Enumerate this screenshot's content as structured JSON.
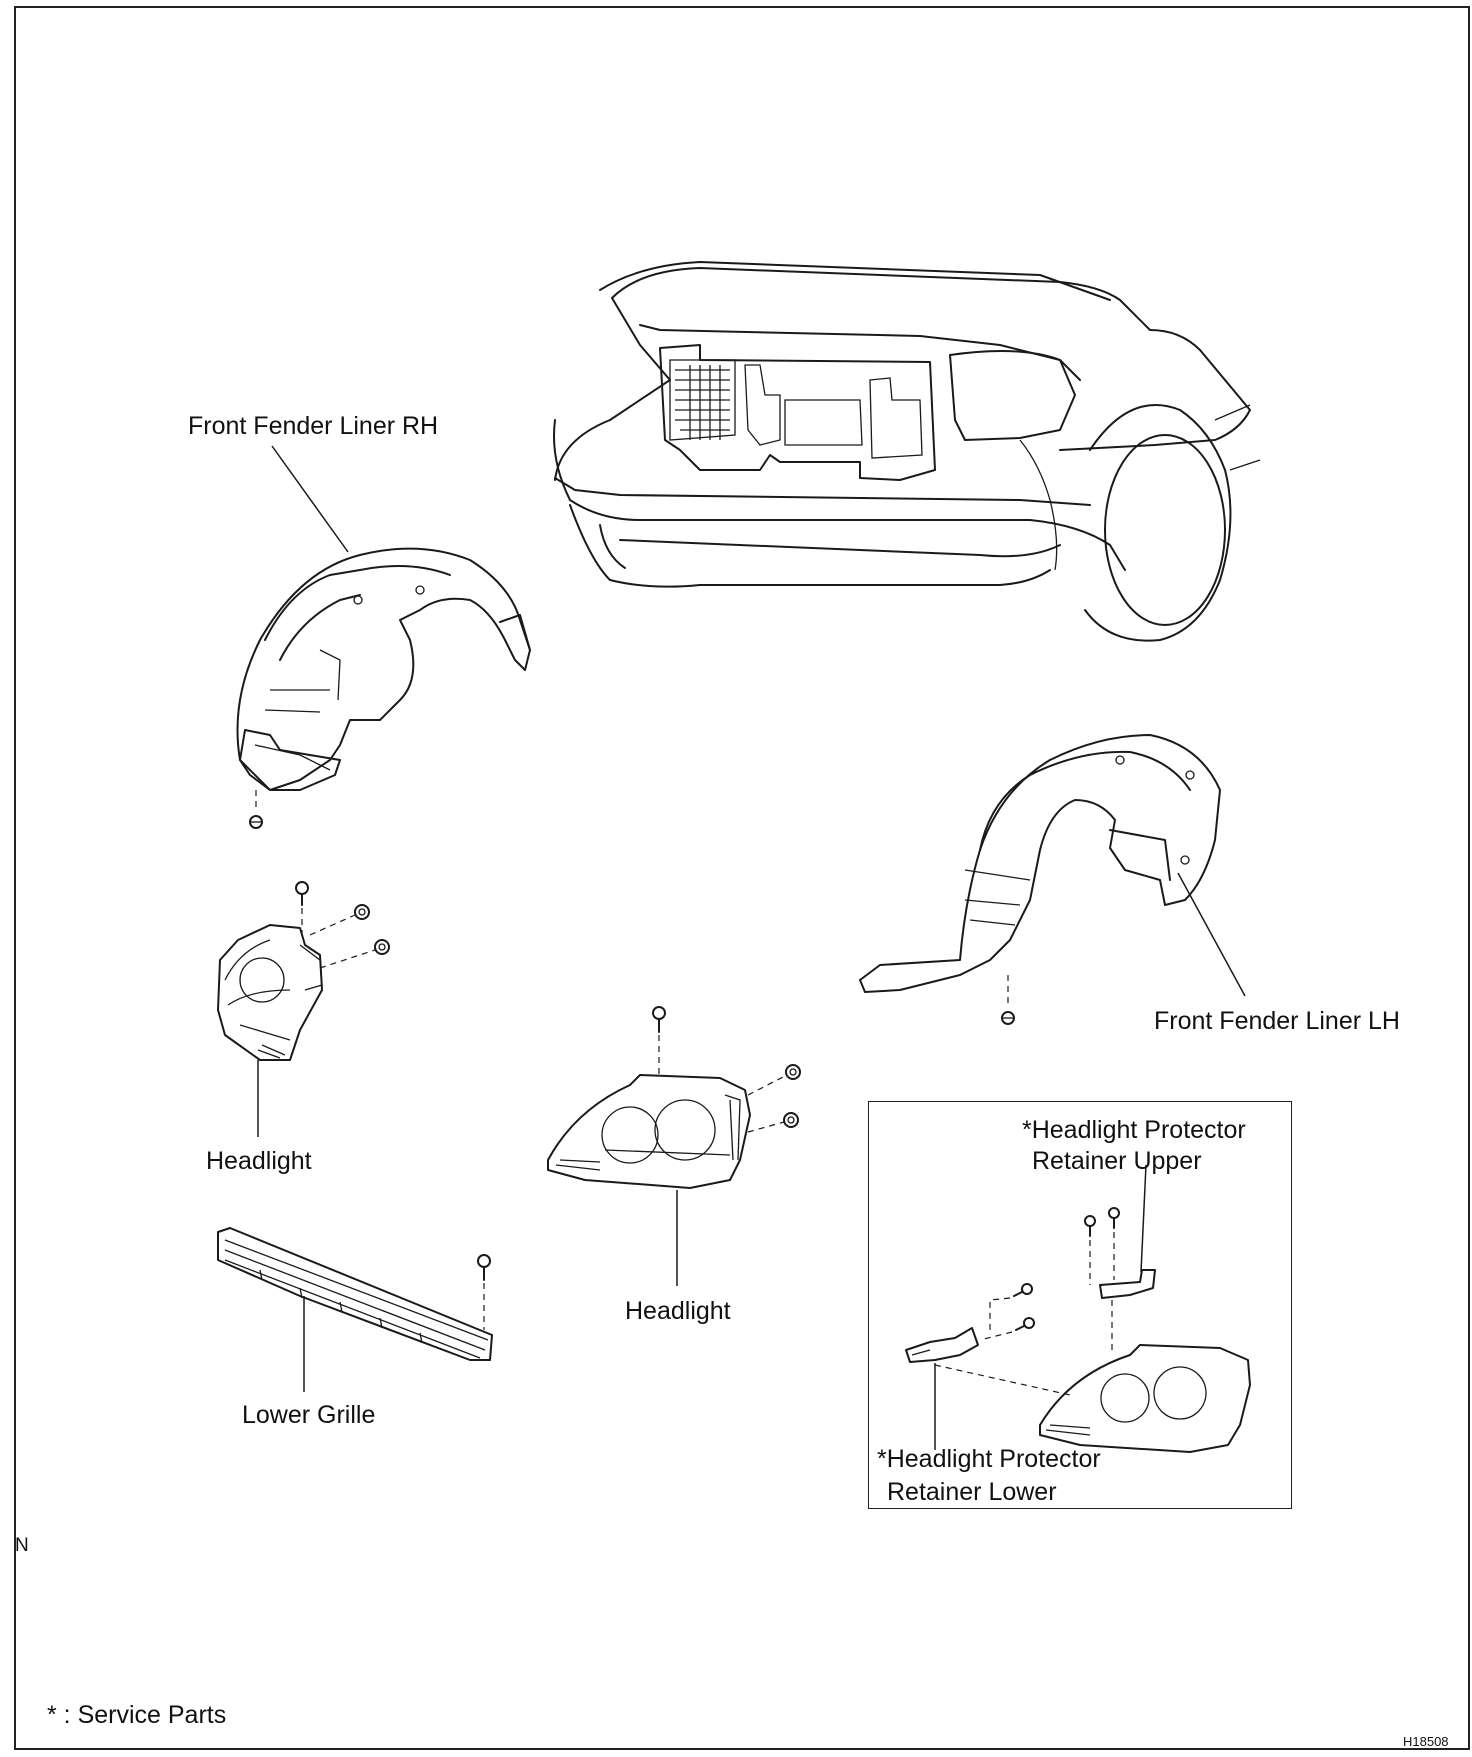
{
  "labels": {
    "front_fender_liner_rh": "Front Fender Liner RH",
    "front_fender_liner_lh": "Front Fender Liner LH",
    "headlight_left": "Headlight",
    "headlight_center": "Headlight",
    "lower_grille": "Lower Grille",
    "retainer_upper_line1": "*Headlight Protector",
    "retainer_upper_line2": "Retainer Upper",
    "retainer_lower_line1": "*Headlight Protector",
    "retainer_lower_line2": "Retainer Lower",
    "n_mark": "N",
    "service_parts": "* : Service Parts",
    "figure_id": "H18508"
  }
}
